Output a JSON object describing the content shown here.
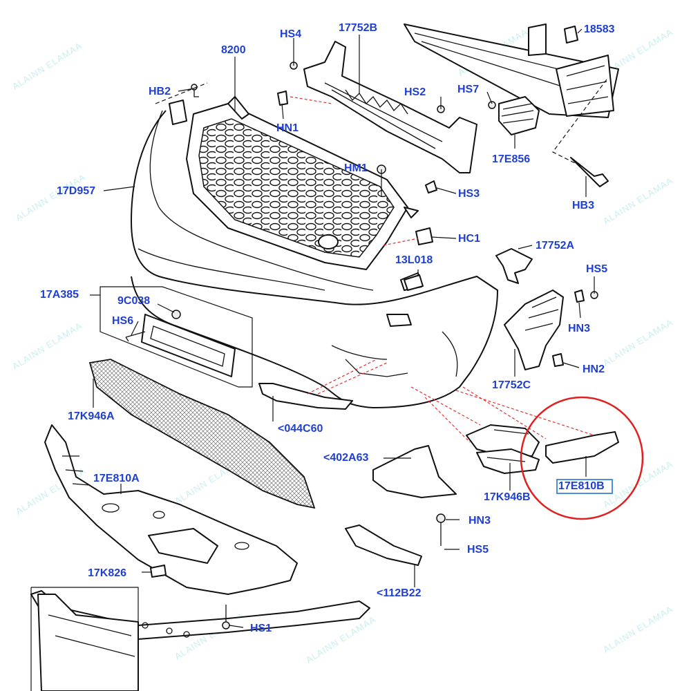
{
  "diagram": {
    "labels": {
      "hs4": "HS4",
      "p17752b": "17752B",
      "p18583": "18583",
      "p8200": "8200",
      "hb2": "HB2",
      "hs2": "HS2",
      "hs7": "HS7",
      "hn1": "HN1",
      "p17e856": "17E856",
      "p17d957": "17D957",
      "hm1": "HM1",
      "hs3": "HS3",
      "hb3": "HB3",
      "hc1": "HC1",
      "p17752a": "17752A",
      "p13l018": "13L018",
      "hs5_top": "HS5",
      "p17a385": "17A385",
      "p9c038": "9C038",
      "hn3_top": "HN3",
      "hs6": "HS6",
      "hn2": "HN2",
      "p17752c": "17752C",
      "p17k946a": "17K946A",
      "p044c60": "<044C60",
      "p402a63": "<402A63",
      "p17e810a": "17E810A",
      "p17k946b": "17K946B",
      "p17e810b": "17E810B",
      "hn3_bottom": "HN3",
      "hs5_bottom": "HS5",
      "p17k826": "17K826",
      "p112b22": "<112B22",
      "hs1": "HS1"
    },
    "watermark": "ALAINN ELAMAA",
    "colors": {
      "label": "#1f3fd1",
      "highlight_circle": "#e02020",
      "highlight_box": "#4a8ee0",
      "leader_red": "#e23030",
      "watermark": "#c9eef0"
    }
  }
}
